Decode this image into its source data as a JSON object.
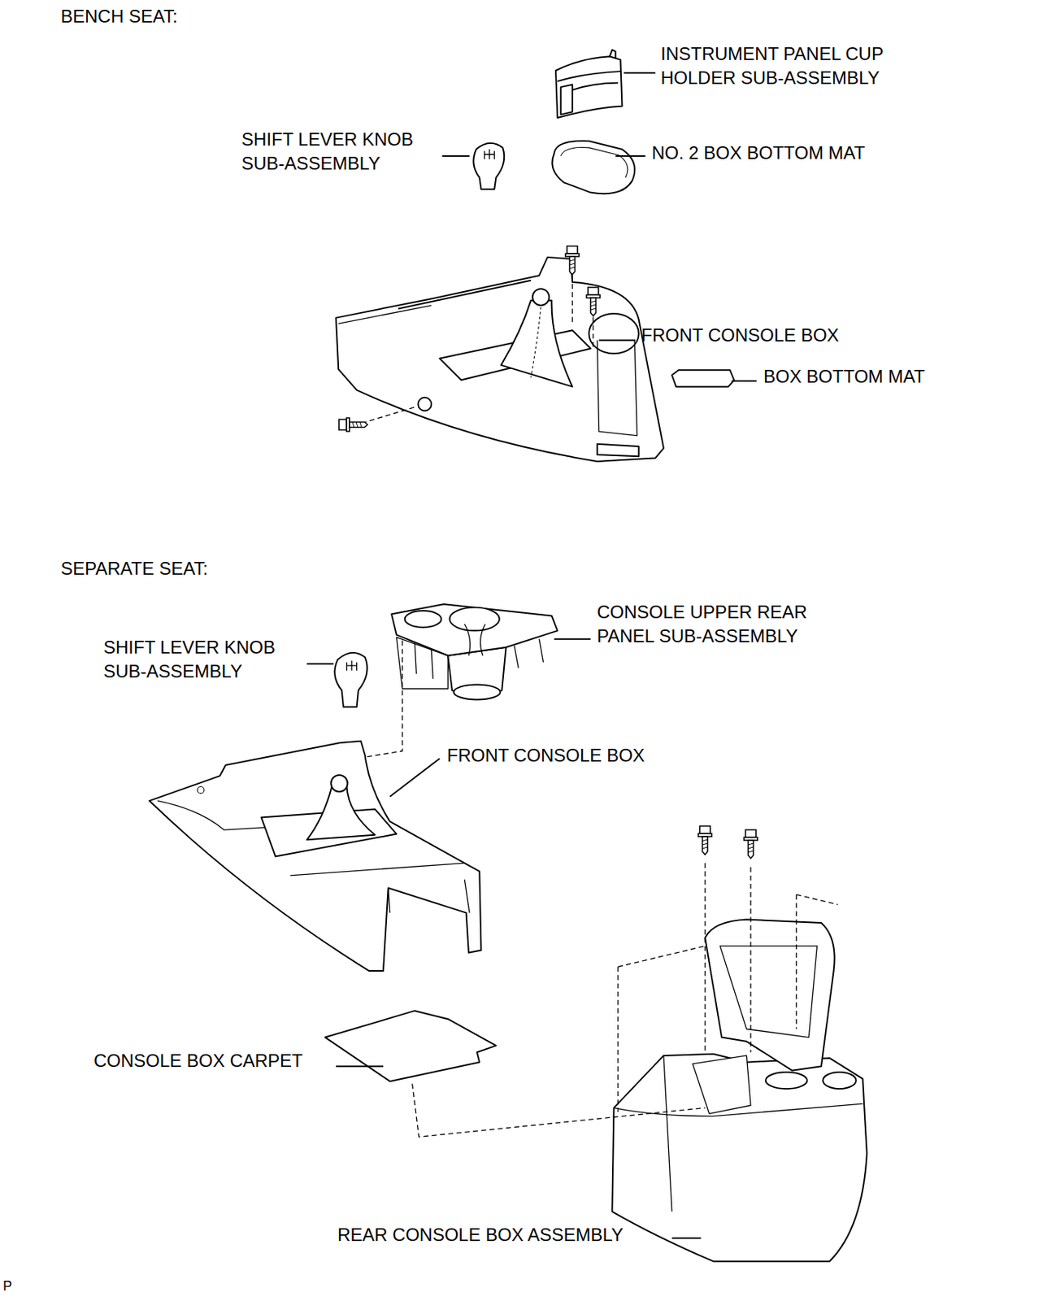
{
  "diagram": {
    "labels": [
      "BENCH SEAT:",
      "INSTRUMENT PANEL CUP HOLDER SUB-ASSEMBLY",
      "SHIFT LEVER KNOB SUB-ASSEMBLY",
      "NO. 2 BOX BOTTOM MAT",
      "FRONT CONSOLE BOX",
      "BOX BOTTOM MAT",
      "SEPARATE SEAT:",
      "CONSOLE UPPER REAR PANEL SUB-ASSEMBLY",
      "SHIFT LEVER KNOB SUB-ASSEMBLY",
      "FRONT CONSOLE BOX",
      "CONSOLE BOX CARPET",
      "REAR CONSOLE BOX ASSEMBLY",
      "P"
    ]
  }
}
